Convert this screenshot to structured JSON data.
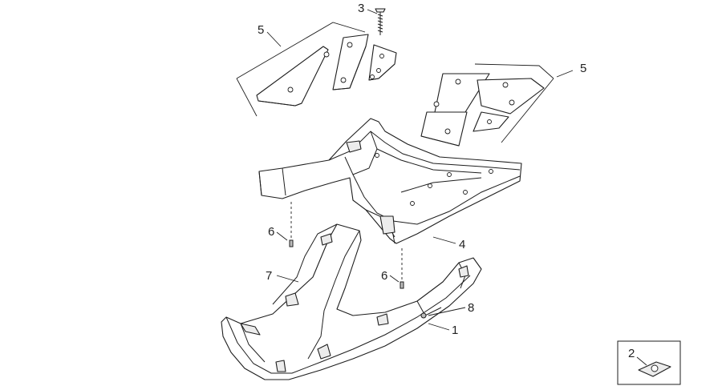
{
  "diagram": {
    "callouts": {
      "part_1": "1",
      "part_2": "2",
      "part_3": "3",
      "part_4": "4",
      "part_5_left": "5",
      "part_5_right": "5",
      "part_6_left": "6",
      "part_6_right": "6",
      "part_7": "7",
      "part_8": "8"
    }
  }
}
